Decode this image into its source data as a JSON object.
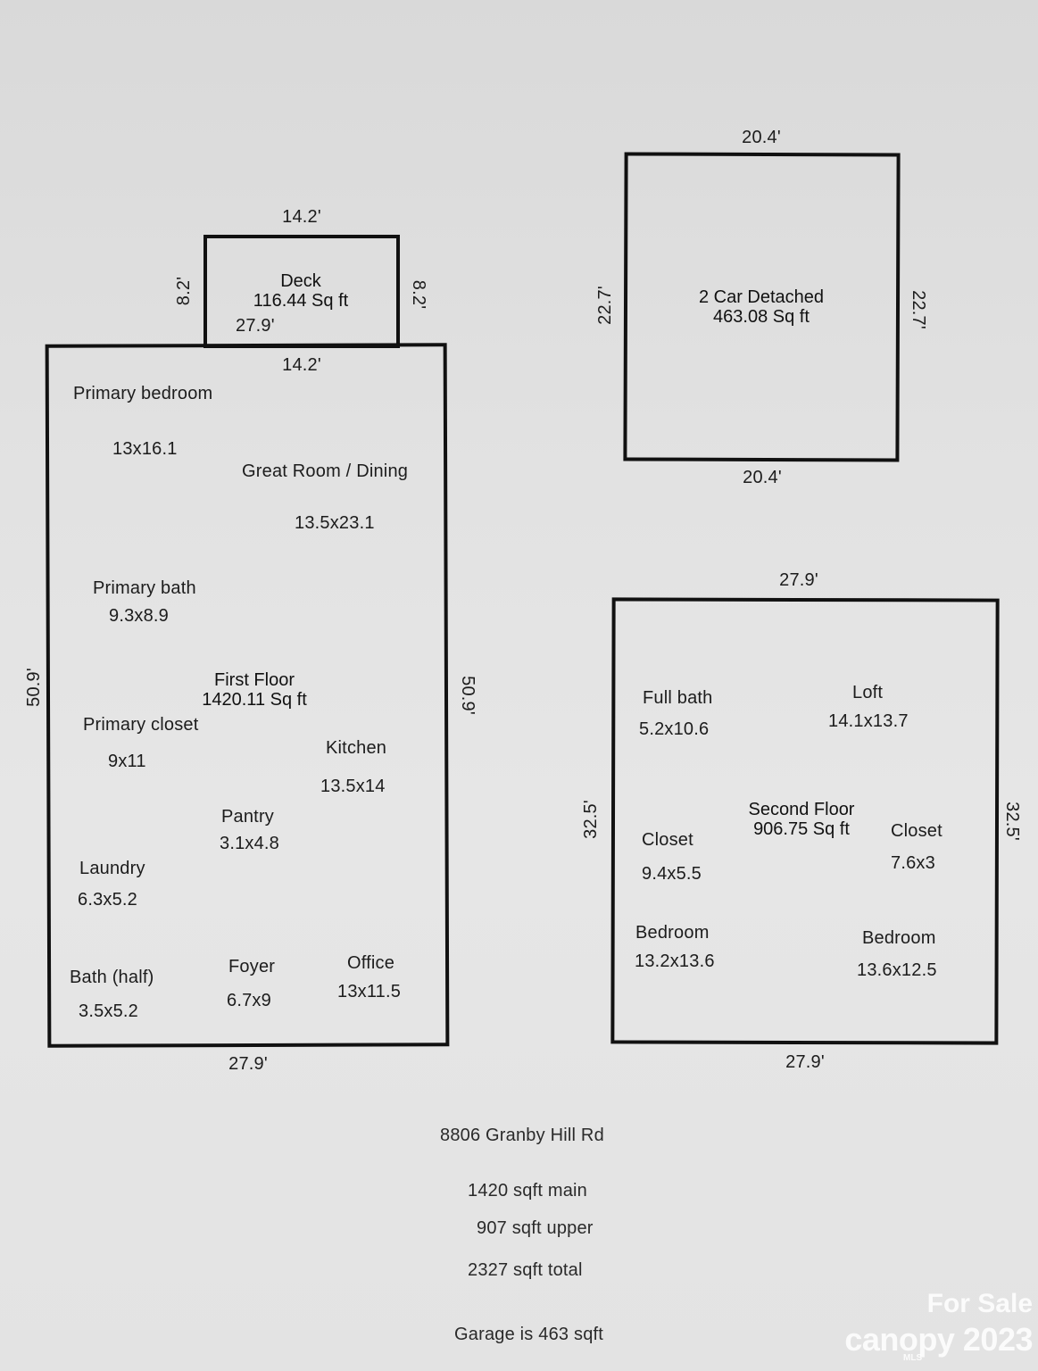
{
  "deck": {
    "name": "Deck",
    "area": "116.44 Sq ft",
    "top": "14.2'",
    "left": "8.2'",
    "right": "8.2'",
    "inner_bottom": "27.9'"
  },
  "first_floor": {
    "name": "First Floor",
    "area": "1420.11 Sq ft",
    "top": "14.2'",
    "left": "50.9'",
    "right": "50.9'",
    "bottom": "27.9'",
    "rooms": [
      {
        "name": "Primary bedroom",
        "dim": "13x16.1"
      },
      {
        "name": "Great Room / Dining",
        "dim": "13.5x23.1"
      },
      {
        "name": "Primary bath",
        "dim": "9.3x8.9"
      },
      {
        "name": "Primary closet",
        "dim": "9x11"
      },
      {
        "name": "Kitchen",
        "dim": "13.5x14"
      },
      {
        "name": "Pantry",
        "dim": "3.1x4.8"
      },
      {
        "name": "Laundry",
        "dim": "6.3x5.2"
      },
      {
        "name": "Bath (half)",
        "dim": "3.5x5.2"
      },
      {
        "name": "Foyer",
        "dim": "6.7x9"
      },
      {
        "name": "Office",
        "dim": "13x11.5"
      }
    ]
  },
  "garage": {
    "name": "2 Car Detached",
    "area": "463.08 Sq ft",
    "top": "20.4'",
    "bottom": "20.4'",
    "left": "22.7'",
    "right": "22.7'"
  },
  "second_floor": {
    "name": "Second Floor",
    "area": "906.75 Sq ft",
    "top": "27.9'",
    "bottom": "27.9'",
    "left": "32.5'",
    "right": "32.5'",
    "rooms": [
      {
        "name": "Full bath",
        "dim": "5.2x10.6"
      },
      {
        "name": "Loft",
        "dim": "14.1x13.7"
      },
      {
        "name": "Closet",
        "dim": "9.4x5.5"
      },
      {
        "name": "Closet",
        "dim": "7.6x3"
      },
      {
        "name": "Bedroom",
        "dim": "13.2x13.6"
      },
      {
        "name": "Bedroom",
        "dim": "13.6x12.5"
      }
    ]
  },
  "summary": {
    "address": "8806 Granby Hill Rd",
    "main": "1420 sqft main",
    "upper": "907 sqft upper",
    "total": "2327 sqft total",
    "garage": "Garage is 463 sqft"
  },
  "watermark": {
    "line1": "For Sale",
    "line2": "canopy 2023",
    "mls": "MLS"
  }
}
